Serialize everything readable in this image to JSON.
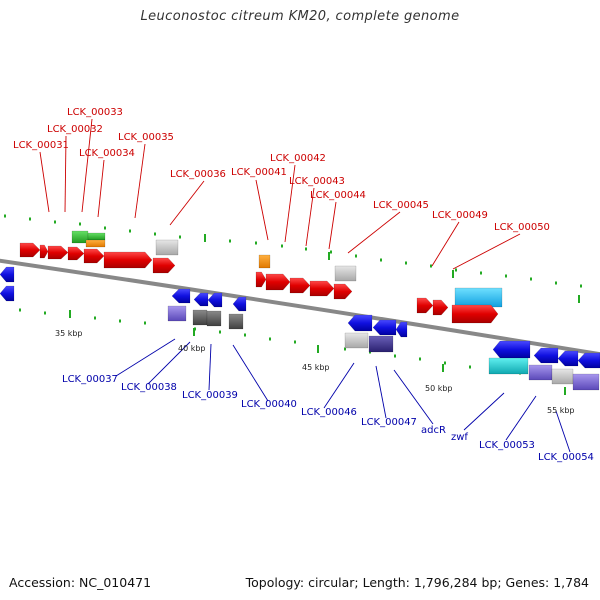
{
  "title": "Leuconostoc citreum KM20, complete genome",
  "footer": {
    "accession": "Accession: NC_010471",
    "summary": "Topology: circular; Length: 1,796,284 bp; Genes: 1,784"
  },
  "colors": {
    "forward_label": "#cc0000",
    "reverse_label": "#0000aa",
    "backbone": "#888888",
    "tick": "#22aa22"
  },
  "scale_labels": [
    "35 kbp",
    "40 kbp",
    "45 kbp",
    "50 kbp",
    "55 kbp"
  ],
  "forward_labels": [
    "LCK_00031",
    "LCK_00032",
    "LCK_00033",
    "LCK_00034",
    "LCK_00035",
    "LCK_00036",
    "LCK_00041",
    "LCK_00042",
    "LCK_00043",
    "LCK_00044",
    "LCK_00045",
    "LCK_00049",
    "LCK_00050"
  ],
  "reverse_labels": [
    "LCK_00037",
    "LCK_00038",
    "LCK_00039",
    "LCK_00040",
    "LCK_00046",
    "LCK_00047",
    "adcR",
    "zwf",
    "LCK_00053",
    "LCK_00054"
  ]
}
